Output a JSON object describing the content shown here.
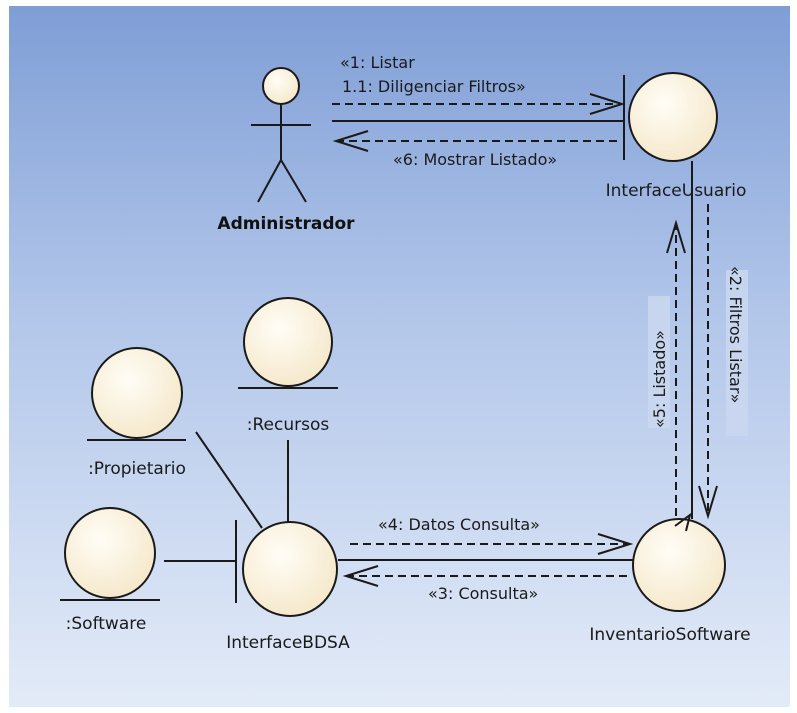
{
  "diagram": {
    "actor": {
      "name": "Administrador"
    },
    "nodes": {
      "interface_usuario": "InterfaceUsuario",
      "inventario_software": "InventarioSoftware",
      "interface_bdsa": "InterfaceBDSA",
      "recursos": ":Recursos",
      "propietario": ":Propietario",
      "software": ":Software"
    },
    "messages": {
      "m1": "«1: Listar",
      "m1_1": "1.1: Diligenciar Filtros»",
      "m6": "«6: Mostrar Listado»",
      "m5": "«5: Listado»",
      "m2": "«2: Filtros Listar»",
      "m4": "«4: Datos Consulta»",
      "m3": "«3: Consulta»"
    },
    "colors": {
      "background_top": "#7f9ed6",
      "background_bottom": "#dde7f6",
      "node_fill": "#fbf3dd",
      "node_stroke": "#1a1a1a",
      "label_bg": "#c9d7ee"
    }
  }
}
